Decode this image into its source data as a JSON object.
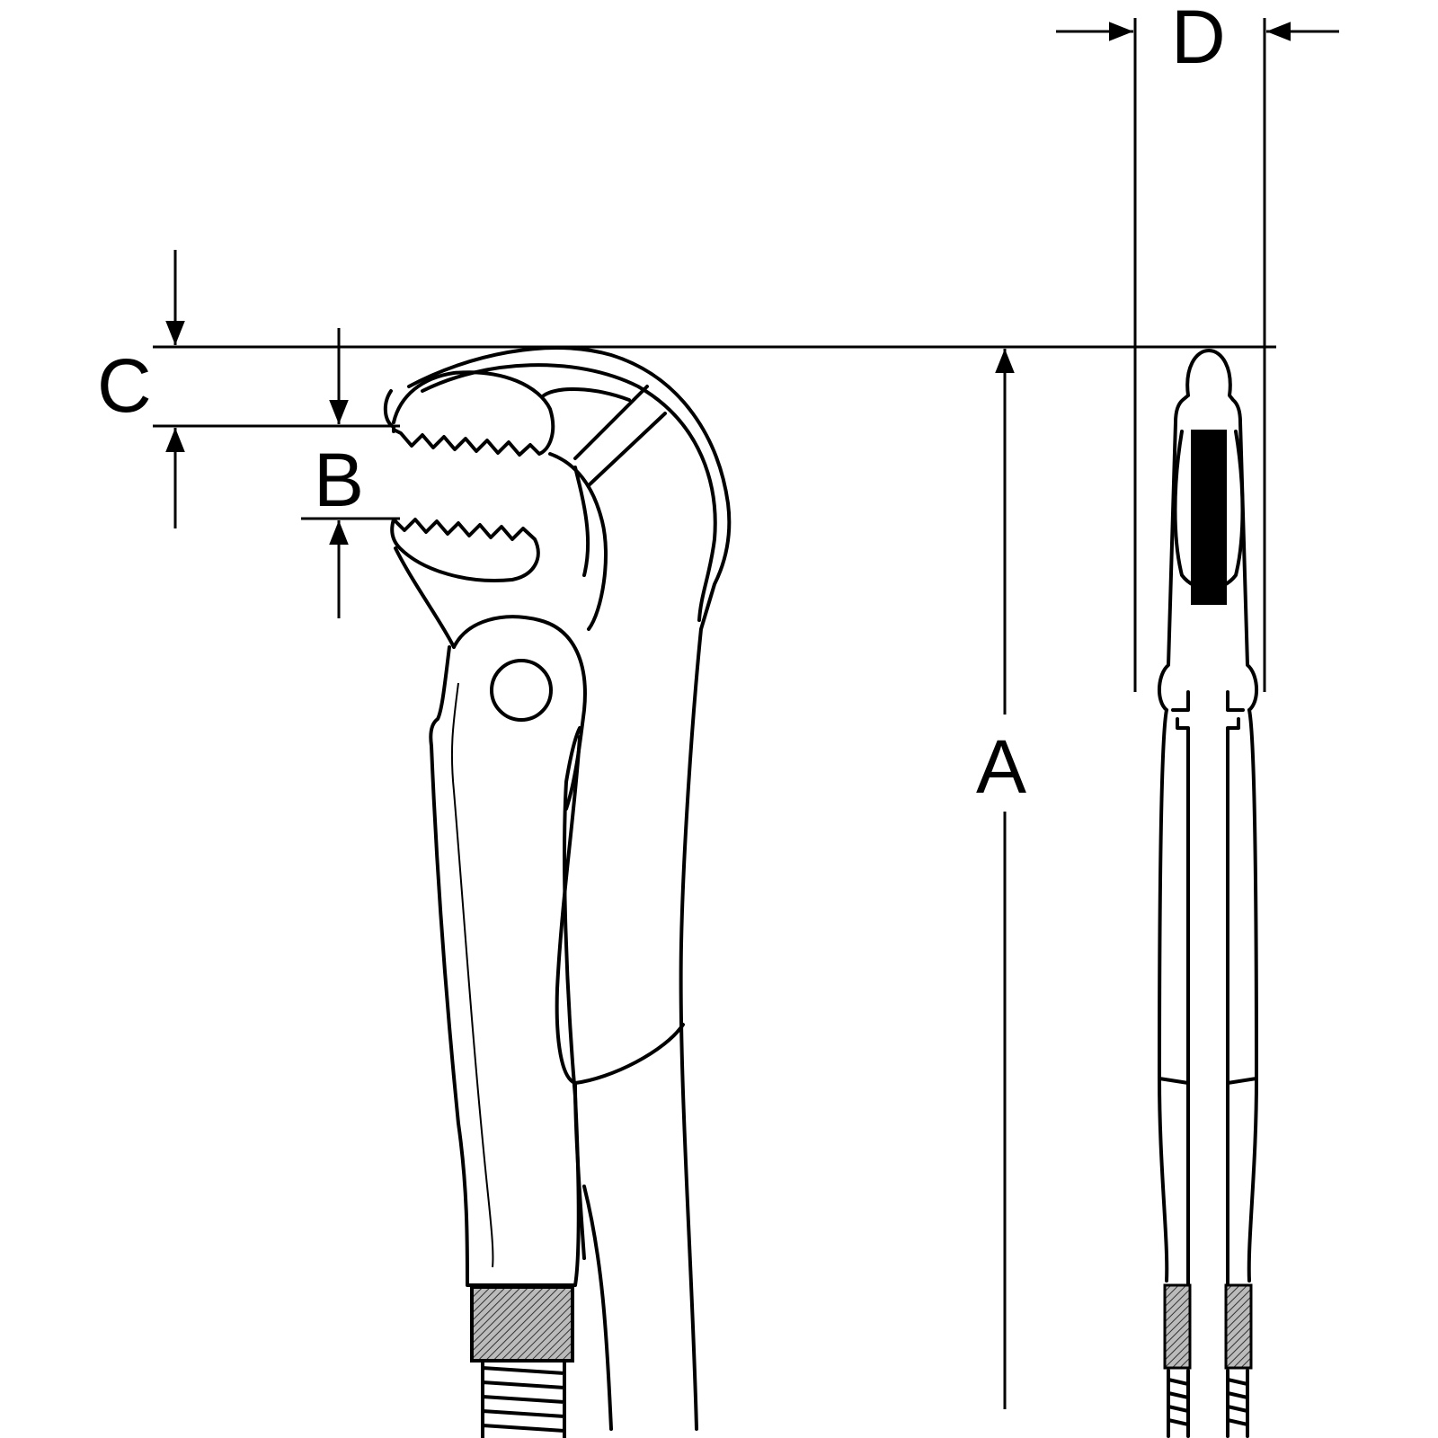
{
  "dimensions": {
    "a": "A",
    "b": "B",
    "c": "C",
    "d": "D"
  },
  "colors": {
    "line": "#000000",
    "background": "#ffffff",
    "hatch": "#555555"
  }
}
